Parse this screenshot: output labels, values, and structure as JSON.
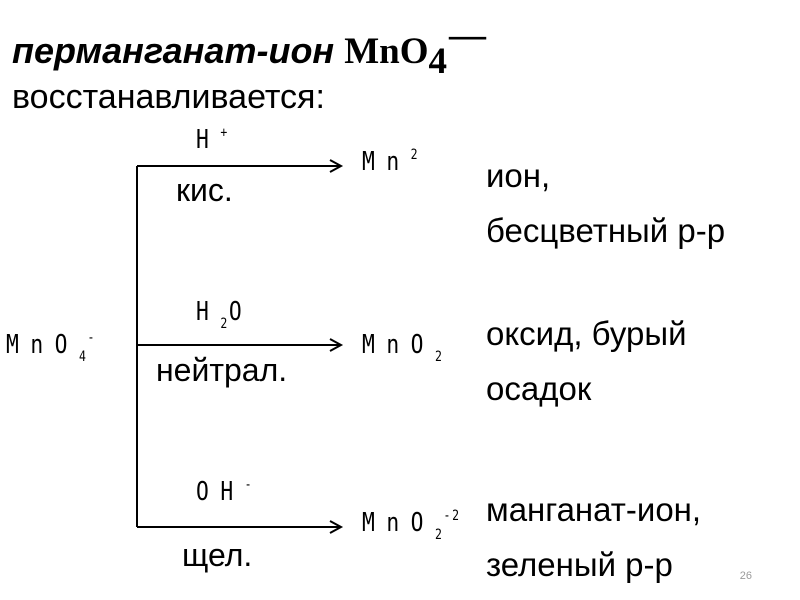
{
  "title": {
    "ion_name": "перманганат-ион ",
    "formula_main": "MnO",
    "formula_sub": "4",
    "formula_charge": "—"
  },
  "subtitle": "восстанавливается:",
  "reactant": {
    "main": "MnO",
    "sub": "4",
    "charge": "-"
  },
  "branches": [
    {
      "reagent": {
        "main": "H",
        "sup": "+"
      },
      "condition": "кис.",
      "product": {
        "main": "Mn",
        "sup": "2"
      },
      "desc_line1": "ион,",
      "desc_line2": "бесцветный р-р"
    },
    {
      "reagent": {
        "main": "H",
        "sub": "2",
        "tail": "O"
      },
      "condition": "нейтрал.",
      "product": {
        "main": "MnO",
        "sub": "2"
      },
      "desc_line1": "оксид, бурый",
      "desc_line2": "осадок"
    },
    {
      "reagent": {
        "main": "OH",
        "sup": "-"
      },
      "condition": "щел.",
      "product": {
        "main": "MnO",
        "sub": "2",
        "sup": "-2"
      },
      "desc_line1": "манганат-ион,",
      "desc_line2": "зеленый р-р"
    }
  ],
  "page_number": "26"
}
